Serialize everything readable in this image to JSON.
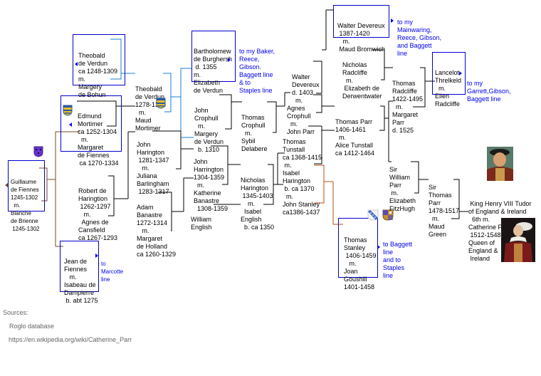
{
  "colors": {
    "box_border": "#0000cc",
    "link": "#0000ee",
    "line_black": "#000000",
    "line_blue": "#1a7fd6",
    "line_brown": "#7a4a1a",
    "line_rust": "#b0501a"
  },
  "people": {
    "guillaume": [
      "Guillaume",
      "de Fiennes",
      "1245-1302",
      "  m.",
      "Blanche",
      "de Brienne",
      " 1245-1302"
    ],
    "jean": [
      "Jean de",
      "Fiennes",
      "   m.",
      "Isabeau de",
      "Dampierre",
      " b. abt 1275"
    ],
    "robert": [
      "Robert de",
      "Haringtion",
      " 1262-1297",
      "   m.",
      "  Agnes de",
      "Cansfield",
      "ca 1267-1293"
    ],
    "edmund": [
      "Edmund",
      "Mortimer",
      "ca 1252-1304",
      "  m.",
      "Margaret",
      "de Fiennes",
      " ca 1270-1334"
    ],
    "theobald_elder": [
      "Theobald",
      "de Verdun",
      "ca 1248-1309",
      "m.",
      "Margery",
      "de Bohun"
    ],
    "theobald": [
      "Theobald",
      "de Verdun",
      "1278-1316",
      "  m.",
      "Maud",
      "Mortimer"
    ],
    "bartholomew": [
      "Bartholomew",
      "de Burghersh",
      " d. 1355",
      "m.",
      "Elizabeth",
      "de Verdun"
    ],
    "john_crophull": [
      "John",
      "Crophull",
      "  m.",
      "Margery",
      "de Verdun",
      "  b. 1310"
    ],
    "thomas_crophull": [
      "Thomas",
      "Crophull",
      "  m.",
      "Sybil",
      "Delabere"
    ],
    "john_harington_1281": [
      "John",
      "Harington",
      " 1281-1347",
      "   m.",
      "Juliana",
      "Barlingham",
      " 1283-1317"
    ],
    "adam": [
      "Adam",
      "Banastre",
      "1272-1314",
      "   m.",
      "Margaret",
      "de Holland",
      "ca 1260-1329"
    ],
    "john_harrington_1304": [
      "John",
      "Harrington",
      "1304-1359",
      "  m.",
      "Katherine",
      "Banastre",
      "  1308-1359"
    ],
    "william_english": [
      "William",
      "English"
    ],
    "nicholas_harington": [
      "Nicholas",
      "Harington",
      " 1345-1403",
      "    m.",
      "  Isabel",
      "English",
      "  b. ca 1350"
    ],
    "walter_elder": [
      "Walter",
      "Devereux",
      "d. 1403",
      "  m."
    ],
    "agnes": [
      "Agnes",
      "Crophull",
      "  m.",
      "John Parr"
    ],
    "walter_younger": [
      "Walter Devereux",
      " 1387-1420",
      "   m.",
      " Maud Bromwich"
    ],
    "nicholas_radcliffe": [
      "Nicholas",
      "Radcliffe",
      "  m.",
      " Elizabeth de",
      "Derwentwater"
    ],
    "thomas_radcliffe": [
      "Thomas",
      "Radcliffe",
      "1422-1495",
      "  m.",
      "Margaret",
      "Parr",
      "d. 1525"
    ],
    "lancelot": [
      "Lancelot",
      "Threlkeld",
      "  m.",
      "Ellen",
      "Radcliffe"
    ],
    "thomas_parr": [
      "Thomas Parr",
      "1406-1461",
      "  m.",
      "Alice Tunstall",
      "ca 1412-1464"
    ],
    "thomas_tunstall": [
      "Thomas",
      "Tunstall",
      "ca 1368-1415",
      " m."
    ],
    "isabel_harington": [
      "Isabel",
      "Harington",
      " b. ca 1370",
      "  m.",
      "John Stanley",
      "ca1386-1437"
    ],
    "thomas_stanley": [
      "Thomas",
      "Stanley",
      " 1406-1459",
      "   m.",
      "Joan",
      "Goushill",
      "1401-1458"
    ],
    "william_parr": [
      "Sir",
      "William",
      "Parr",
      " m.",
      "Elizabeth",
      "FitzHugh"
    ],
    "sir_thomas_parr": [
      "Sir",
      "Thomas",
      "Parr",
      "1478-1517",
      "  m.",
      "Maud",
      "Green"
    ],
    "henry_catherine": [
      " King Henry VIII Tudor",
      "of England & Ireland",
      "  6th m.",
      "Catherine Parr",
      " 1512-1548",
      "Queen of",
      "England &",
      " Ireland"
    ]
  },
  "links": {
    "marcotte": [
      "to",
      "Marcotte",
      "line"
    ],
    "baker": [
      "to my Baker,",
      "Reece,",
      "Gibson.",
      "Baggett line",
      "& to",
      "Staples line"
    ],
    "mainwaring": [
      "to my",
      "Mainwaring,",
      "Reece, Gibson,",
      "and Baggett",
      "line"
    ],
    "garrett": [
      "to my",
      "Garrett,Gibson,",
      "Baggett line"
    ],
    "baggett": [
      "to Baggett",
      "line",
      "and to",
      "Staples",
      "line"
    ]
  },
  "sources": {
    "heading": "Sources:",
    "items": [
      "Roglo database",
      "https://en.wikipedia.org/wiki/Catherine_Parr"
    ]
  },
  "icons": {
    "fiennes_shield": "purple-shield-icon",
    "mortimer_shield": "blue-gold-shield-icon",
    "stanley_shield": "blue-bend-shield-icon",
    "goushill_shield": "quartered-shield-icon",
    "henry_portrait": "portrait-henry-viii",
    "catherine_portrait": "portrait-catherine-parr"
  }
}
